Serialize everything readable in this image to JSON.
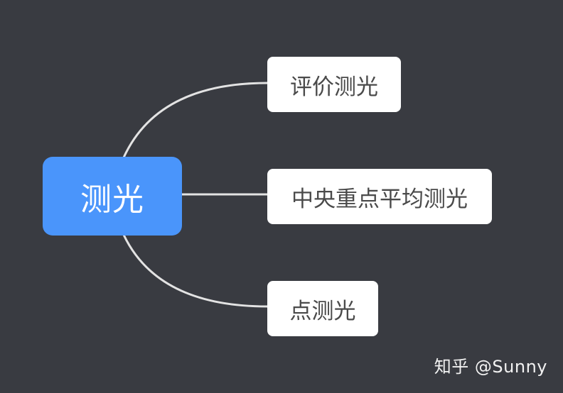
{
  "mindmap": {
    "root": {
      "label": "测光"
    },
    "children": [
      {
        "label": "评价测光"
      },
      {
        "label": "中央重点平均测光"
      },
      {
        "label": "点测光"
      }
    ]
  },
  "watermark": {
    "text": "知乎 @Sunny"
  },
  "colors": {
    "background": "#393b41",
    "root_fill": "#4a95fb",
    "root_text": "#ffffff",
    "child_fill": "#ffffff",
    "child_text": "#4a4a4a",
    "connector": "#e3e3e3",
    "watermark_text": "#f2f2f2"
  }
}
